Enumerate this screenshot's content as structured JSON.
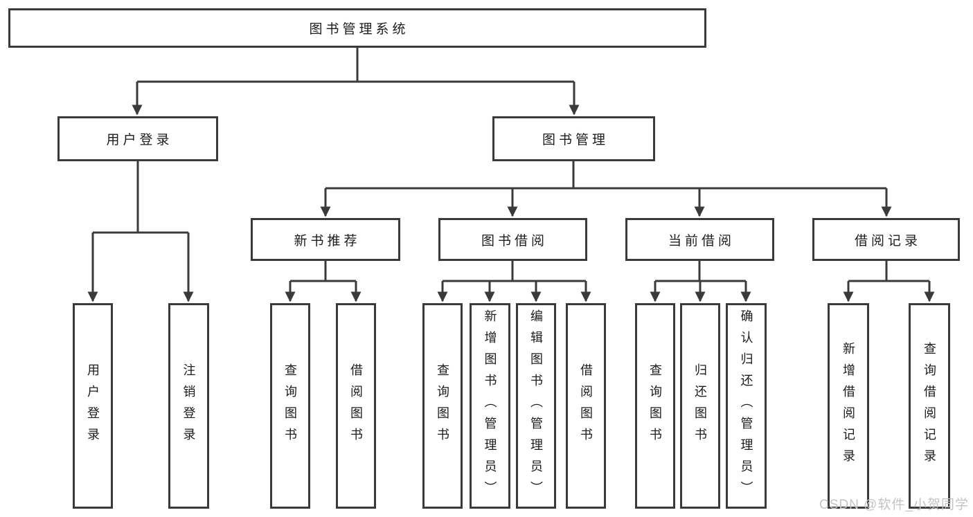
{
  "diagram": {
    "root": "图书管理系统",
    "level2": [
      "用户登录",
      "图书管理"
    ],
    "level3": [
      "新书推荐",
      "图书借阅",
      "当前借阅",
      "借阅记录"
    ],
    "leaves": [
      "用户登录",
      "注销登录",
      "查询图书",
      "借阅图书",
      "查询图书",
      "新增图书（管理员）",
      "编辑图书（管理员）",
      "借阅图书",
      "查询图书",
      "归还图书",
      "确认归还（管理员）",
      "新增借阅记录",
      "查询借阅记录"
    ],
    "watermark": "CSDN @软件_小贺同学",
    "colors": {
      "line": "#3a3a3a",
      "text": "#1c1c1c",
      "watermark": "#c3c3c6",
      "background": "#ffffff"
    }
  }
}
